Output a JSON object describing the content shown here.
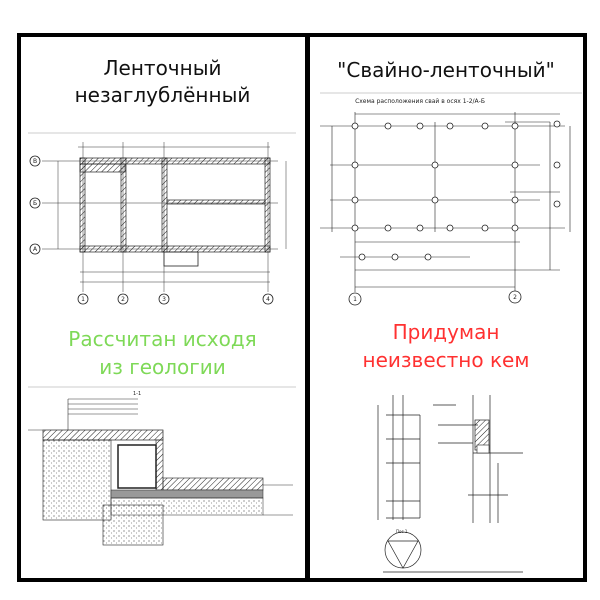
{
  "left": {
    "title_line1": "Ленточный",
    "title_line2": "незаглублённый",
    "caption_line1": "Рассчитан исходя",
    "caption_line2": "из геологии",
    "caption_color": "#7ed957",
    "plan": {
      "row_axes": [
        "В",
        "Б",
        "А"
      ],
      "col_axes": [
        "1",
        "2",
        "3",
        "4"
      ]
    },
    "section": {
      "label": "1-1"
    }
  },
  "right": {
    "title": "\"Свайно-ленточный\"",
    "caption_line1": "Придуман",
    "caption_line2": "неизвестно кем",
    "caption_color": "#ff3131",
    "plan": {
      "title": "Схема расположения свай в осях 1-2/А-Б",
      "col_axes": [
        "1",
        "2"
      ]
    },
    "detail": {
      "label": "Пос 1"
    }
  }
}
